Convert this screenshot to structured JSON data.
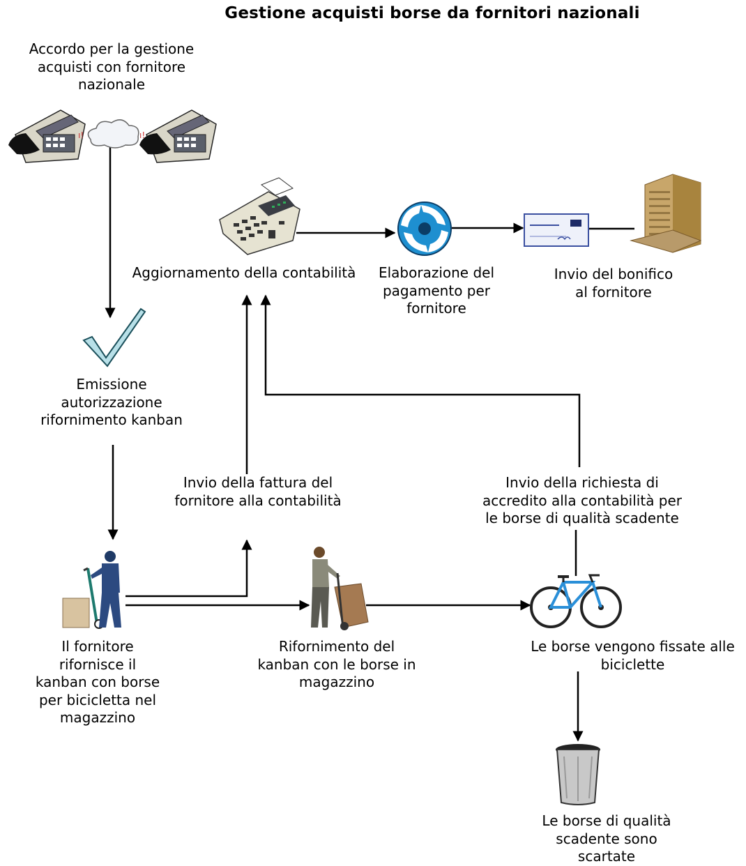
{
  "title": "Gestione acquisti borse da fornitori nazionali",
  "labels": {
    "agreement": "Accordo per la gestione\nacquisti con fornitore\nnazionale",
    "accounting_update": "Aggiornamento della contabilità",
    "payment_processing": "Elaborazione del\npagamento per\nfornitore",
    "transfer": "Invio del bonifico\nal fornitore",
    "authorization": "Emissione\nautorizzazione\nrifornimento kanban",
    "invoice": "Invio della fattura del\nfornitore alla contabilità",
    "credit_request": "Invio della richiesta di\naccredito alla contabilità per\nle borse di qualità scadente",
    "supplier_replenish": "Il fornitore\nrifornisce il\nkanban con borse\nper bicicletta nel\nmagazzino",
    "warehouse_replenish": "Rifornimento del\nkanban con le borse in\nmagazzino",
    "bags_attached": "Le borse vengono fissate alle\nbiciclette",
    "bags_discarded": "Le borse di qualità\nscadente sono\nscartate"
  },
  "icons": {
    "phones": "telephone-icon",
    "cloud": "cloud-icon",
    "calculator": "calculator-icon",
    "payment": "payment-cycle-icon",
    "check": "bank-check-icon",
    "building": "office-building-icon",
    "checkmark": "checkmark-icon",
    "hand_truck_worker": "delivery-worker-icon",
    "warehouse_worker": "warehouse-worker-icon",
    "bicycle": "bicycle-icon",
    "trash": "trash-can-icon"
  },
  "colors": {
    "line": "#000000",
    "check_blue": "#3a4fa0",
    "payment_blue": "#1e8fd0",
    "building_tan": "#c8a66a",
    "bike_blue": "#2a8fd8"
  }
}
